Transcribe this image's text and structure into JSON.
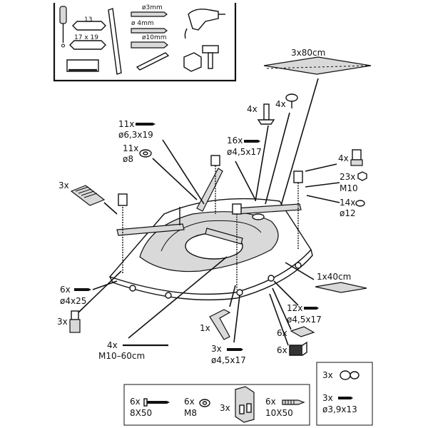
{
  "tools": {
    "wrench_a": "13",
    "wrench_b": "17 x 19",
    "drill_1": "ø3mm",
    "drill_2": "ø 4mm",
    "drill_3": "ø10mm"
  },
  "labels": {
    "rail_long": "3x80cm",
    "rail_short": "1x40cm",
    "screw_6_3": {
      "qty": "11x",
      "size": "ø6,3x19"
    },
    "washer_8": {
      "qty": "11x",
      "size": "ø8"
    },
    "screw_4_5_top": {
      "qty": "16x",
      "size": "ø4,5x17"
    },
    "bolt_4x": "4x",
    "cap_4x": "4x",
    "leg_top_right": "4x",
    "nut_m10": {
      "qty": "23x",
      "size": "M10"
    },
    "washer_12": {
      "qty": "14x",
      "size": "ø12"
    },
    "grip_plate": "3x",
    "screw_4x25": {
      "qty": "6x",
      "size": "ø4x25"
    },
    "foot_3x": "3x",
    "rod": {
      "qty": "4x",
      "size": "M10–60cm"
    },
    "bracket_1x": "1x",
    "screw_4_5_bottom": {
      "qty": "3x",
      "size": "ø4,5x17"
    },
    "screw_4_5_right": {
      "qty": "12x",
      "size": "ø4,5x17"
    },
    "clip_6x_a": "6x",
    "clip_6x_b": "6x"
  },
  "bottom_box": {
    "screw": {
      "qty": "6x",
      "size": "8X50"
    },
    "washer": {
      "qty": "6x",
      "size": "M8"
    },
    "bracket": "3x",
    "anchor": {
      "qty": "6x",
      "size": "10X50"
    }
  },
  "right_box": {
    "caps": "3x",
    "screws": {
      "qty": "3x",
      "size": "ø3,9x13"
    }
  }
}
